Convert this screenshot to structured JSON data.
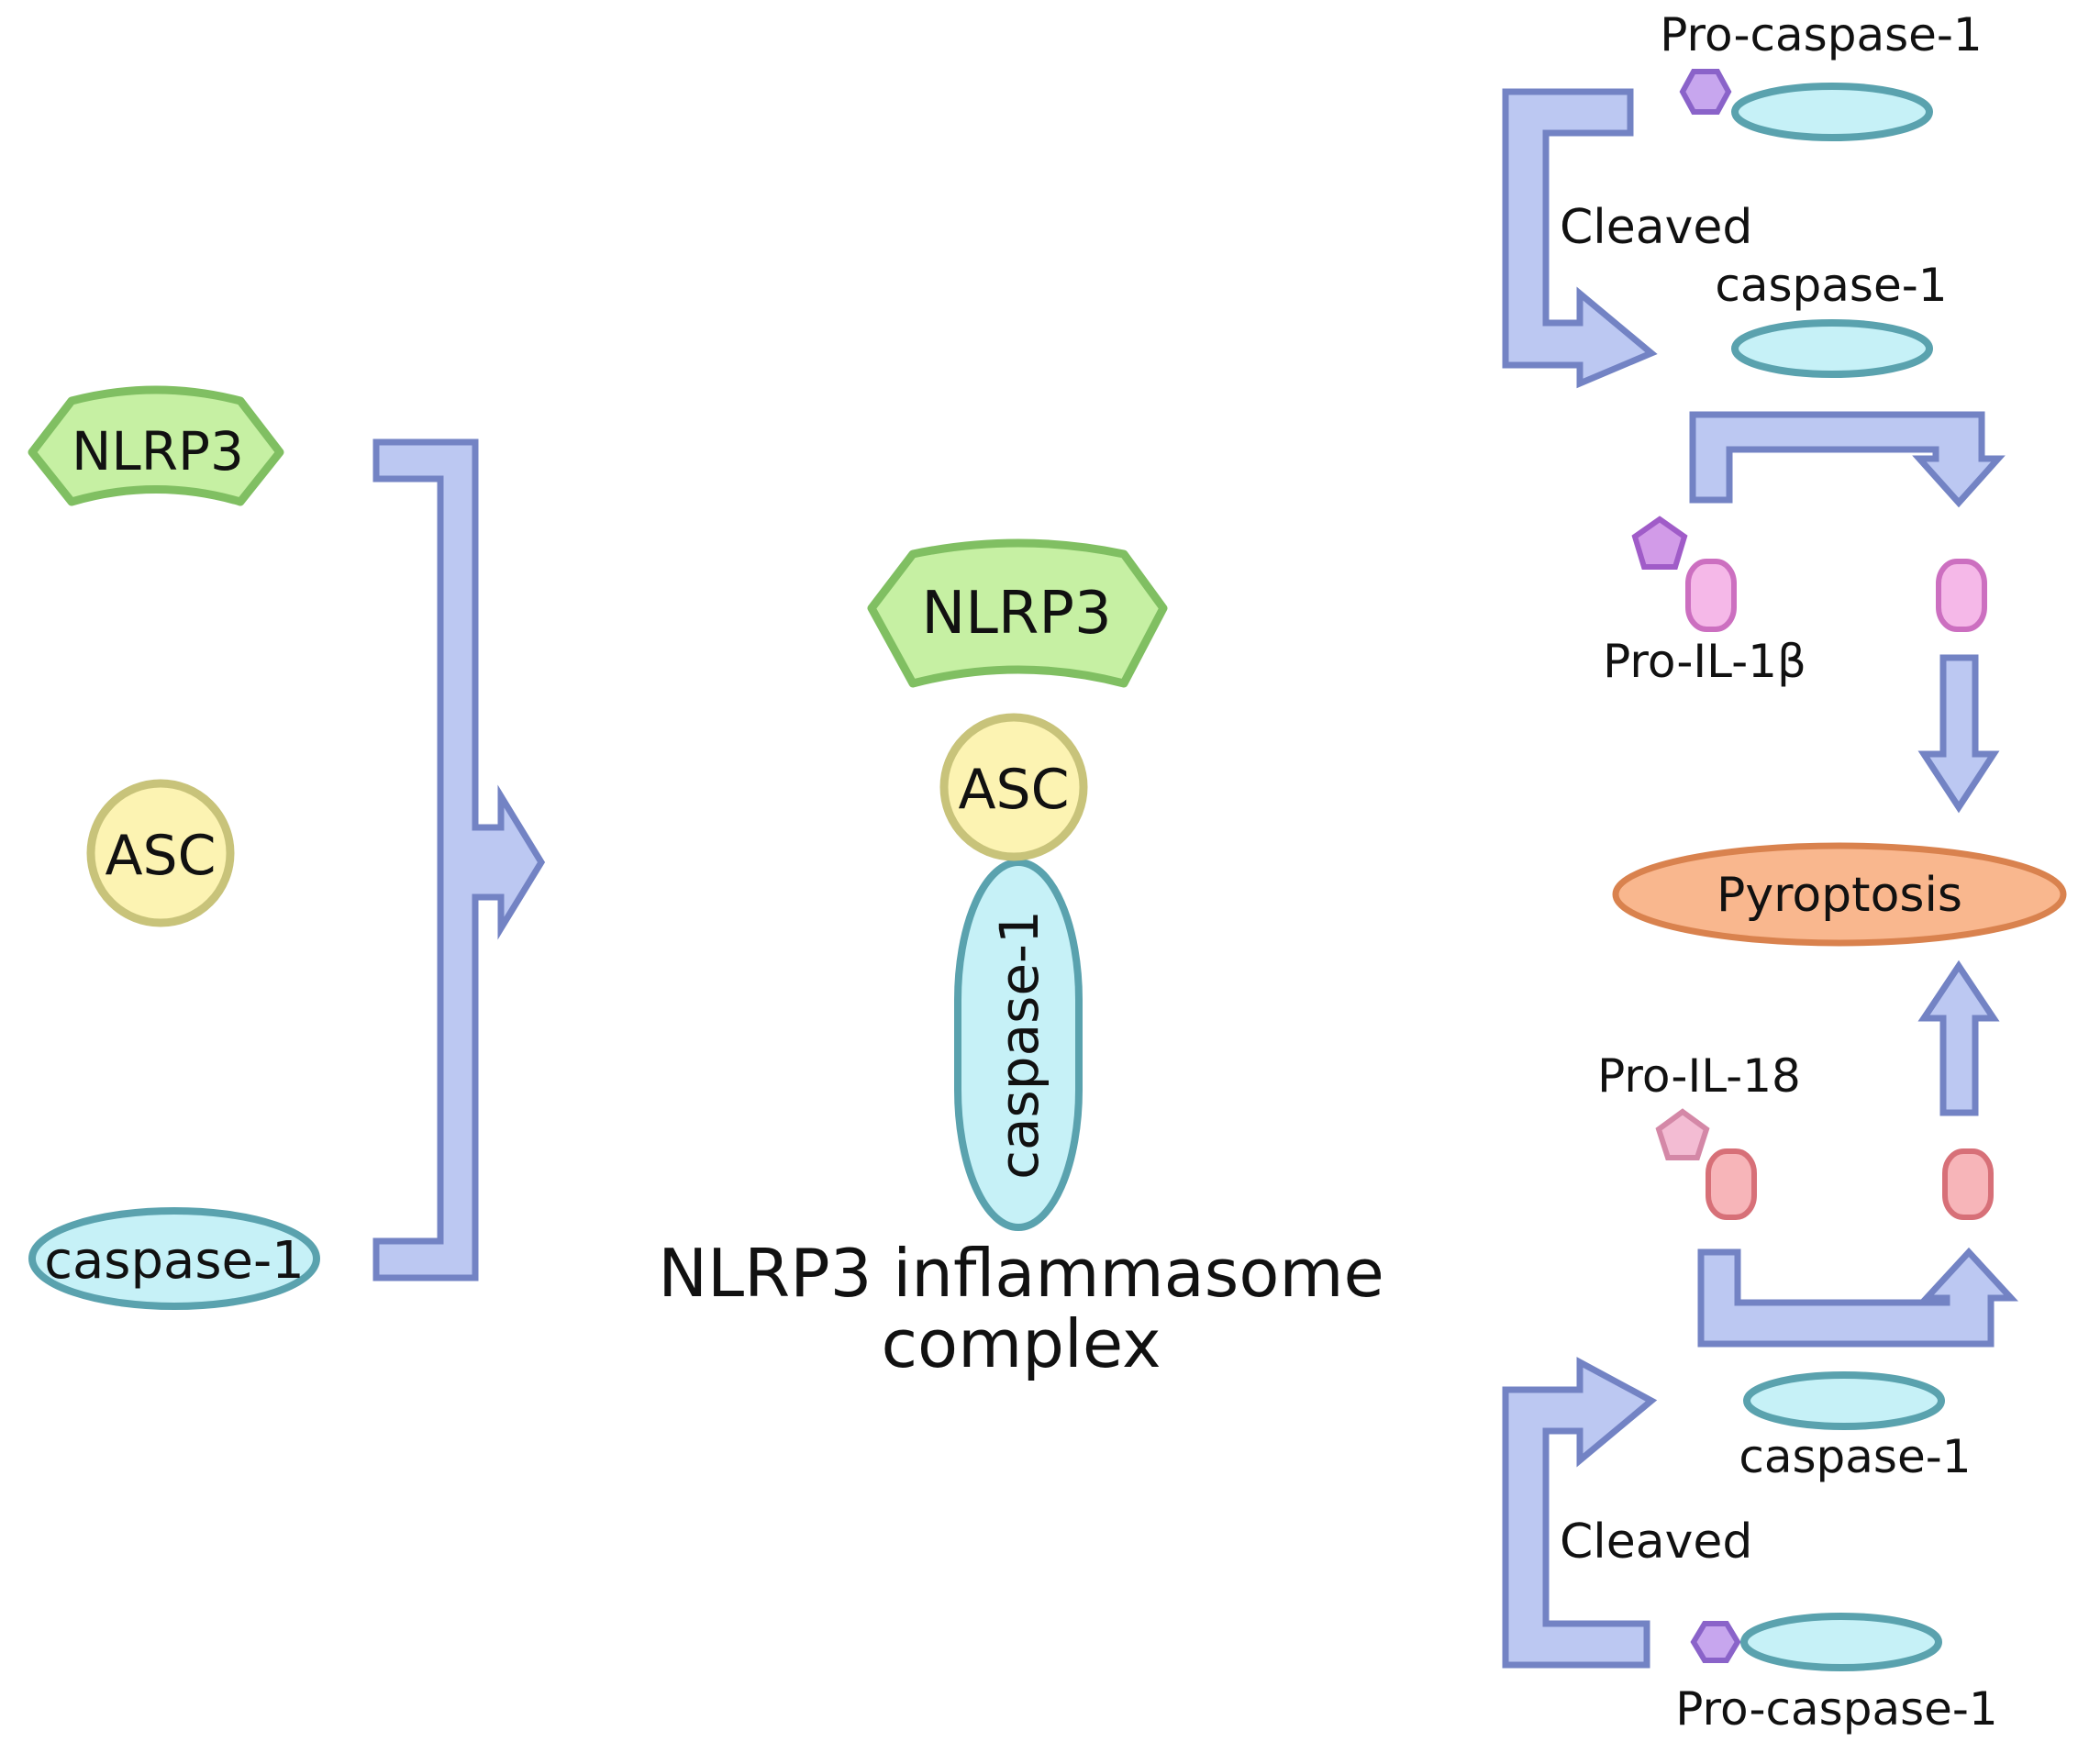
{
  "labels": {
    "nlrp3": "NLRP3",
    "asc": "ASC",
    "caspase1": "caspase-1",
    "complex_line1": "NLRP3 inflammasome",
    "complex_line2": "complex",
    "pro_caspase1": "Pro-caspase-1",
    "cleaved": "Cleaved",
    "pro_il1b": "Pro-IL-1β",
    "pro_il18": "Pro-IL-18",
    "pyroptosis": "Pyroptosis"
  }
}
